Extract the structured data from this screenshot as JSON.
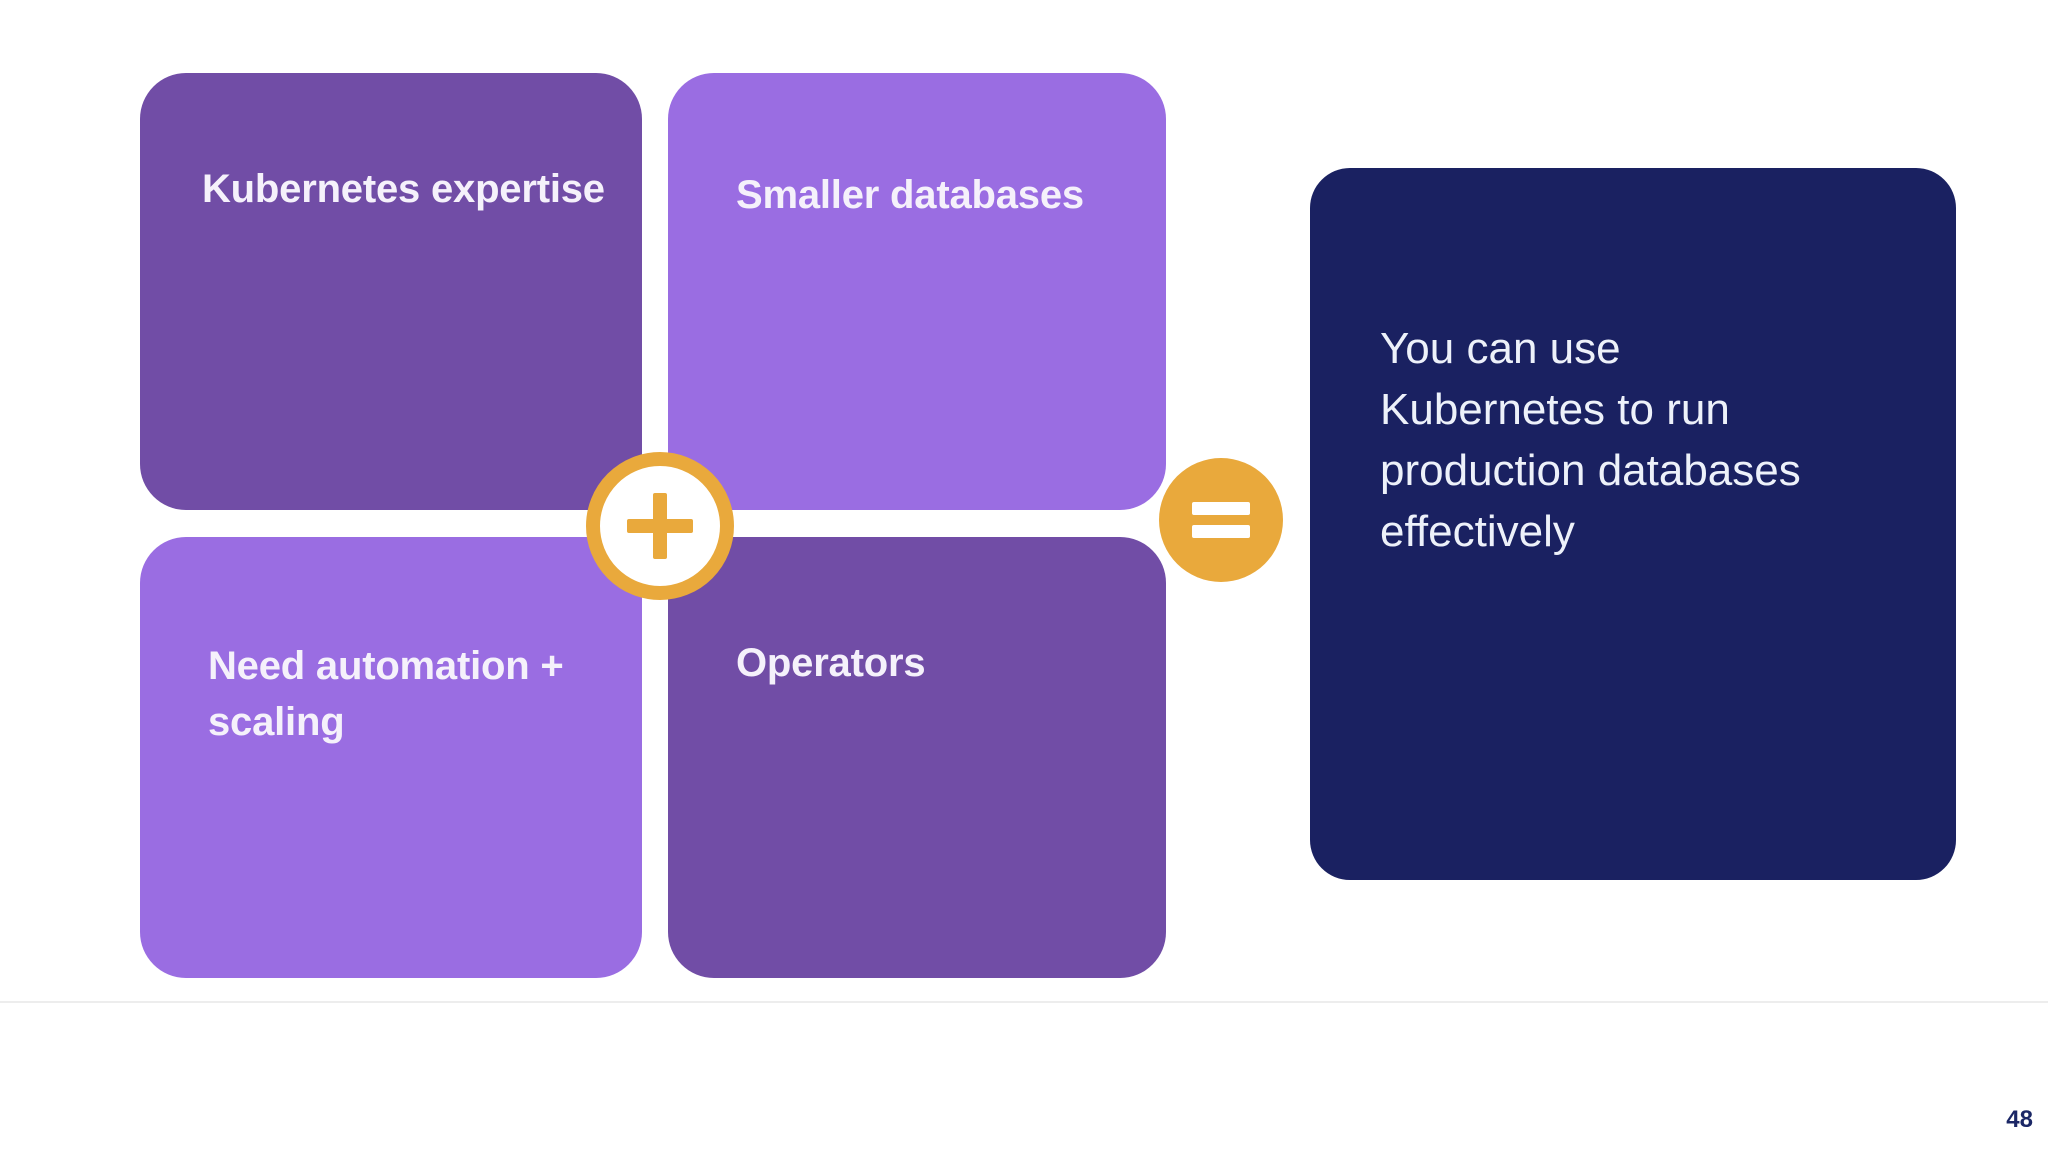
{
  "slide": {
    "kind": "presentation-slide",
    "page_number": "48",
    "cards": [
      {
        "id": "kubernetes-expertise",
        "label": "Kubernetes expertise",
        "tone": "dark"
      },
      {
        "id": "smaller-databases",
        "label": "Smaller databases",
        "tone": "light"
      },
      {
        "id": "need-automation-scaling",
        "label": "Need automation +\nscaling",
        "tone": "light"
      },
      {
        "id": "operators",
        "label": "Operators",
        "tone": "dark"
      }
    ],
    "equation": {
      "plus_symbol": "+",
      "equals_symbol": "="
    },
    "result": {
      "text": "You can use\nKubernetes to run\nproduction databases\neffectively"
    },
    "colors": {
      "background": "#FFFFFF",
      "card_dark": "#714DA6",
      "card_light": "#9A6DE2",
      "card_text": "#F5F1FB",
      "accent_yellow": "#E9A93C",
      "result_navy": "#1A2161",
      "result_text": "#EDF1FA",
      "divider": "#EDEDED",
      "page_number": "#1B2766"
    }
  }
}
